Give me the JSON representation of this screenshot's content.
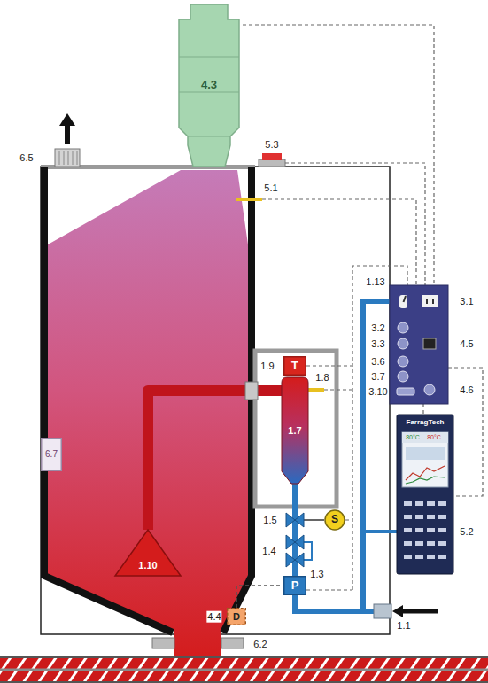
{
  "diagram": {
    "nodes": [
      {
        "text": [
          "4.3"
        ]
      },
      {
        "text": [
          "T"
        ]
      },
      {
        "text": [
          "1.7"
        ]
      },
      {
        "text": [
          "FarragTech"
        ]
      },
      {
        "text": [
          "6.7"
        ]
      },
      {
        "text": [
          "S"
        ]
      },
      {
        "text": [
          "1.10"
        ]
      },
      {
        "text": [
          "P"
        ]
      },
      {
        "text": [
          "D"
        ]
      }
    ],
    "edges": [
      {
        "from": 2,
        "to": 6,
        "arrow": "none"
      },
      {
        "from": 7,
        "to": 2,
        "arrow": "none"
      },
      {
        "from": 8,
        "to": 7,
        "arrow": "none"
      }
    ],
    "labels": [
      "6.5",
      "5.3",
      "5.1",
      "1.13",
      "3.1",
      "3.2",
      "3.3",
      "4.5",
      "3.6",
      "3.7",
      "4.6",
      "3.10",
      "1.9",
      "1.8",
      "80°C",
      "80°C",
      "1.5",
      "1.4",
      "5.2",
      "1.3",
      "4.4",
      "1.1",
      "6.2"
    ]
  }
}
